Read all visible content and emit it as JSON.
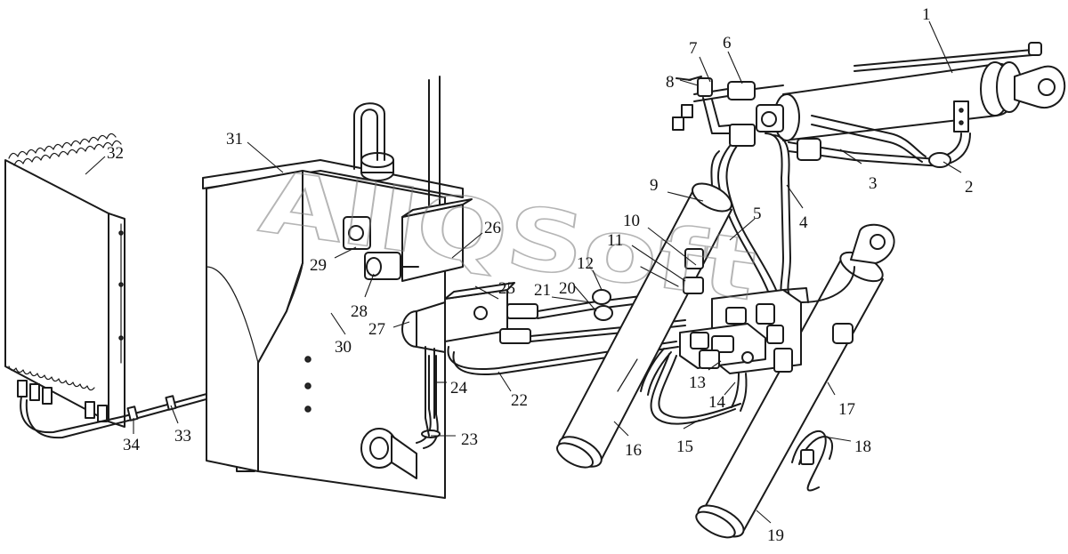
{
  "watermark": "AllQSoft",
  "callouts": [
    {
      "id": "1",
      "label": "1"
    },
    {
      "id": "2",
      "label": "2"
    },
    {
      "id": "3",
      "label": "3"
    },
    {
      "id": "4",
      "label": "4"
    },
    {
      "id": "5",
      "label": "5"
    },
    {
      "id": "6",
      "label": "6"
    },
    {
      "id": "7",
      "label": "7"
    },
    {
      "id": "8",
      "label": "8"
    },
    {
      "id": "9",
      "label": "9"
    },
    {
      "id": "10",
      "label": "10"
    },
    {
      "id": "11",
      "label": "11"
    },
    {
      "id": "12",
      "label": "12"
    },
    {
      "id": "13",
      "label": "13"
    },
    {
      "id": "14",
      "label": "14"
    },
    {
      "id": "15",
      "label": "15"
    },
    {
      "id": "16",
      "label": "16"
    },
    {
      "id": "17",
      "label": "17"
    },
    {
      "id": "18",
      "label": "18"
    },
    {
      "id": "19",
      "label": "19"
    },
    {
      "id": "20",
      "label": "20"
    },
    {
      "id": "21",
      "label": "21"
    },
    {
      "id": "22",
      "label": "22"
    },
    {
      "id": "23",
      "label": "23"
    },
    {
      "id": "24",
      "label": "24"
    },
    {
      "id": "25",
      "label": "25"
    },
    {
      "id": "26",
      "label": "26"
    },
    {
      "id": "27",
      "label": "27"
    },
    {
      "id": "28",
      "label": "28"
    },
    {
      "id": "29",
      "label": "29"
    },
    {
      "id": "30",
      "label": "30"
    },
    {
      "id": "31",
      "label": "31"
    },
    {
      "id": "32",
      "label": "32"
    },
    {
      "id": "33",
      "label": "33"
    },
    {
      "id": "34",
      "label": "34"
    }
  ]
}
